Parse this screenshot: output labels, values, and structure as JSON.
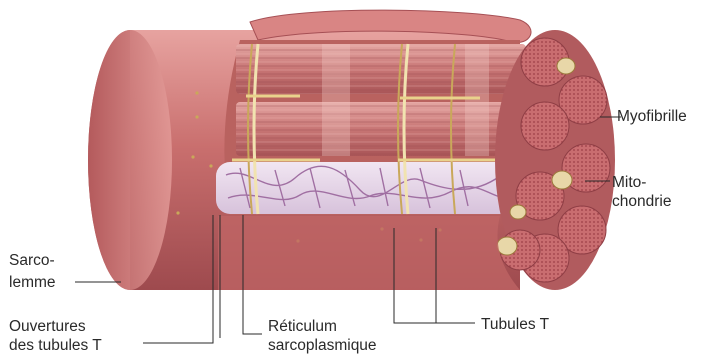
{
  "figure": {
    "labels": {
      "myofibrille": "Myofibrille",
      "mitochondrie_1": "Mito-",
      "mitochondrie_2": "chondrie",
      "sarcolemme_1": "Sarco-",
      "sarcolemme_2": "lemme",
      "ouvertures_1": "Ouvertures",
      "ouvertures_2": "des tubules T",
      "reticulum_1": "Réticulum",
      "reticulum_2": "sarcoplasmique",
      "tubules": "Tubules T"
    },
    "colors": {
      "sarcolemma": "#c9706f",
      "sarcolemma_dark": "#a24c4f",
      "myofibril": "#cf8483",
      "myofibril_band": "#b05d5f",
      "reticulum": "#e7d7ea",
      "reticulum_net": "#a06fa2",
      "t_tubule": "#f1e3b0",
      "t_tubule_edge": "#c9a85a",
      "mitochondria": "#e8d7a8"
    }
  }
}
